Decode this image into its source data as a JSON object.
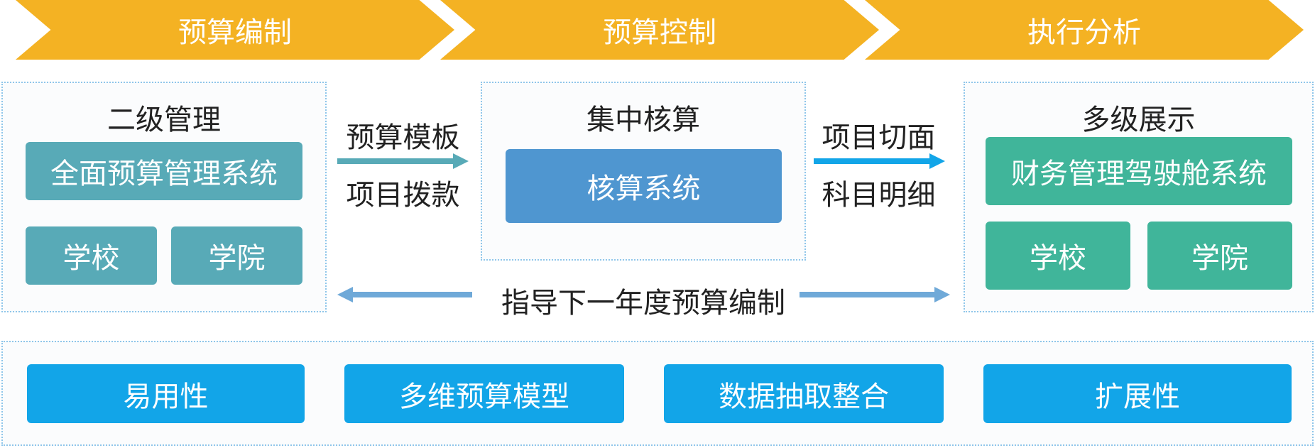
{
  "colors": {
    "stage": "#f4b223",
    "teal": "#58aab7",
    "blue": "#4f96d0",
    "green": "#40b59a",
    "cyan": "#12a5e8",
    "frame": "#8fc6ea"
  },
  "stages": [
    "预算编制",
    "预算控制",
    "执行分析"
  ],
  "left_panel": {
    "title": "二级管理",
    "system": "全面预算管理系统",
    "units": [
      "学校",
      "学院"
    ]
  },
  "center_panel": {
    "title": "集中核算",
    "system": "核算系统"
  },
  "right_panel": {
    "title": "多级展示",
    "system": "财务管理驾驶舱系统",
    "units": [
      "学校",
      "学院"
    ]
  },
  "flow_left": {
    "top": "预算模板",
    "bottom": "项目拨款"
  },
  "flow_right": {
    "top": "项目切面",
    "bottom": "科目明细"
  },
  "feedback": "指导下一年度预算编制",
  "features": [
    "易用性",
    "多维预算模型",
    "数据抽取整合",
    "扩展性"
  ]
}
